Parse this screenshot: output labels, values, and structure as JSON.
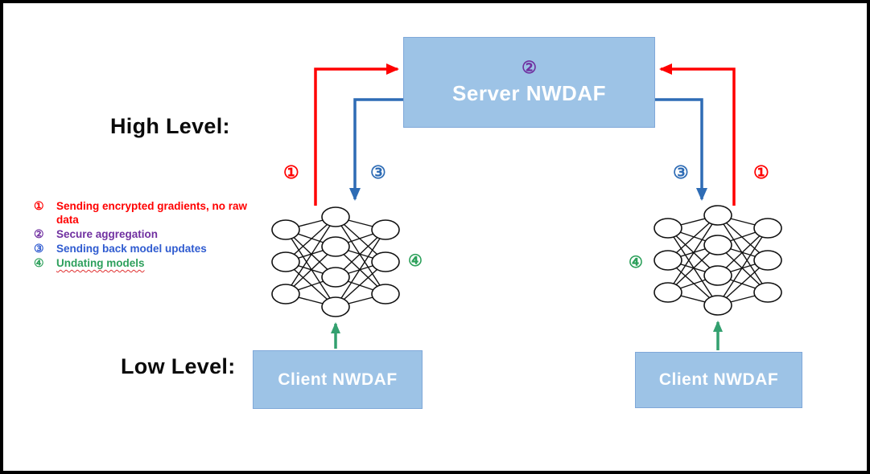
{
  "diagram": {
    "high_level_label": "High Level:",
    "low_level_label": "Low Level:",
    "server": {
      "marker": "②",
      "label": "Server NWDAF"
    },
    "clients": {
      "left_label": "Client NWDAF",
      "right_label": "Client NWDAF"
    },
    "markers": {
      "left_red": "①",
      "left_blue": "③",
      "right_blue": "③",
      "right_red": "①",
      "left_green": "④",
      "right_green": "④"
    },
    "legend": {
      "items": [
        {
          "marker": "①",
          "text": "Sending encrypted gradients, no raw data"
        },
        {
          "marker": "②",
          "text": "Secure aggregation"
        },
        {
          "marker": "③",
          "text": "Sending back model updates"
        },
        {
          "marker": "④",
          "text": "Undating models"
        }
      ]
    },
    "colors": {
      "box_fill": "#9DC3E6",
      "box_border": "#7FA8D9",
      "arrow_red": "#FF0000",
      "arrow_blue": "#2E6CB5",
      "arrow_green": "#33A06F",
      "step2_purple": "#7030A0",
      "legend_red": "#FF0000",
      "legend_purple": "#7030A0",
      "legend_blue": "#2F5BD0",
      "legend_green": "#2EA05C"
    }
  }
}
